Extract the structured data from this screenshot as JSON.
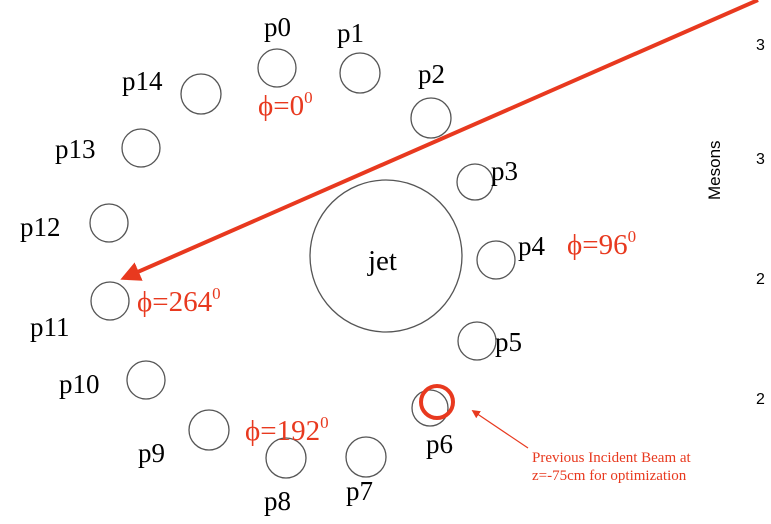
{
  "colors": {
    "label": "#000000",
    "circle_stroke": "#555555",
    "accent": "#e8391f"
  },
  "diagram": {
    "jet_label": "jet",
    "probes": [
      "p0",
      "p1",
      "p2",
      "p3",
      "p4",
      "p5",
      "p6",
      "p7",
      "p8",
      "p9",
      "p10",
      "p11",
      "p12",
      "p13",
      "p14"
    ],
    "phi_labels": [
      {
        "prefix": "ϕ=",
        "value": "0",
        "sup": "0"
      },
      {
        "prefix": "ϕ=",
        "value": "96",
        "sup": "0"
      },
      {
        "prefix": "ϕ=",
        "value": "264",
        "sup": "0"
      },
      {
        "prefix": "ϕ=",
        "value": "192",
        "sup": "0"
      }
    ],
    "beam_note_lines": [
      "Previous Incident Beam at",
      "z=-75cm for optimization"
    ]
  },
  "side_panel": {
    "axis_label": "Mesons",
    "tick_values": [
      "3",
      "3",
      "2",
      "2"
    ]
  }
}
